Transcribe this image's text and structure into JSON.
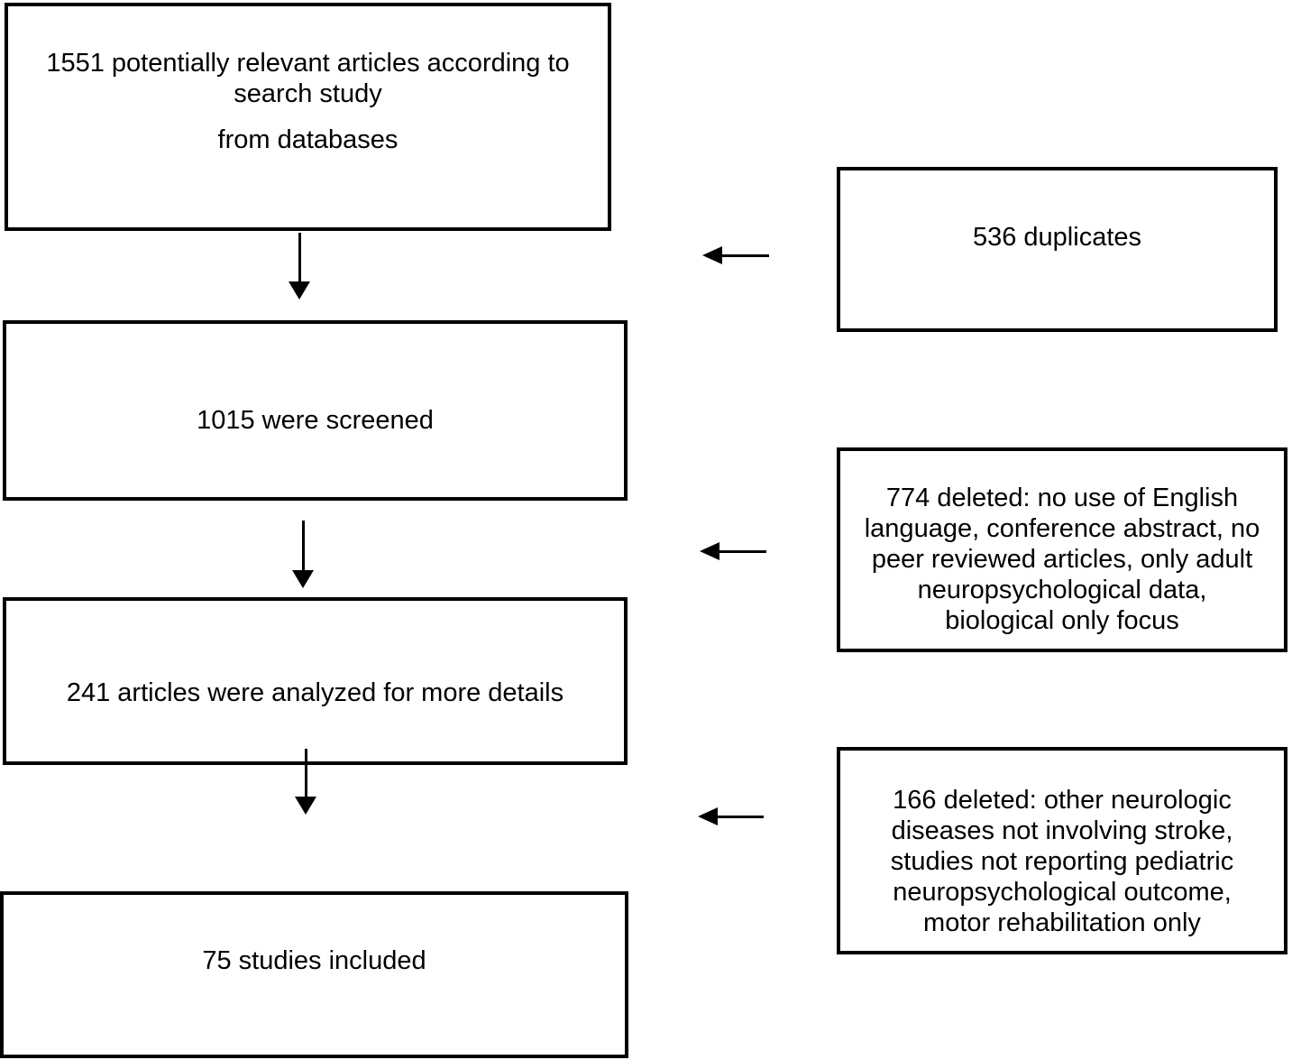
{
  "flowchart": {
    "description": "Article screening flow diagram",
    "colors": {
      "background": "#ffffff",
      "box_border": "#000000",
      "text": "#000000",
      "arrow": "#000000"
    },
    "main_boxes": [
      {
        "id": "identified",
        "count": 1551,
        "lines": [
          "1551 potentially relevant articles according to",
          "search study",
          "from databases"
        ]
      },
      {
        "id": "screened",
        "count": 1015,
        "lines": [
          "1015 were screened"
        ]
      },
      {
        "id": "analyzed",
        "count": 241,
        "lines": [
          "241 articles were analyzed for more details"
        ]
      },
      {
        "id": "included",
        "count": 75,
        "lines": [
          "75 studies included"
        ]
      }
    ],
    "exclusion_boxes": [
      {
        "id": "duplicates",
        "count": 536,
        "lines": [
          "536 duplicates"
        ]
      },
      {
        "id": "deleted-774",
        "count": 774,
        "lines": [
          "774 deleted: no use of English",
          "language, conference abstract, no",
          "peer reviewed articles, only adult",
          "neuropsychological data,",
          "biological only focus"
        ]
      },
      {
        "id": "deleted-166",
        "count": 166,
        "lines": [
          "166 deleted: other neurologic",
          "diseases not involving stroke,",
          "studies not reporting pediatric",
          "neuropsychological outcome,",
          "motor rehabilitation only"
        ]
      }
    ]
  }
}
